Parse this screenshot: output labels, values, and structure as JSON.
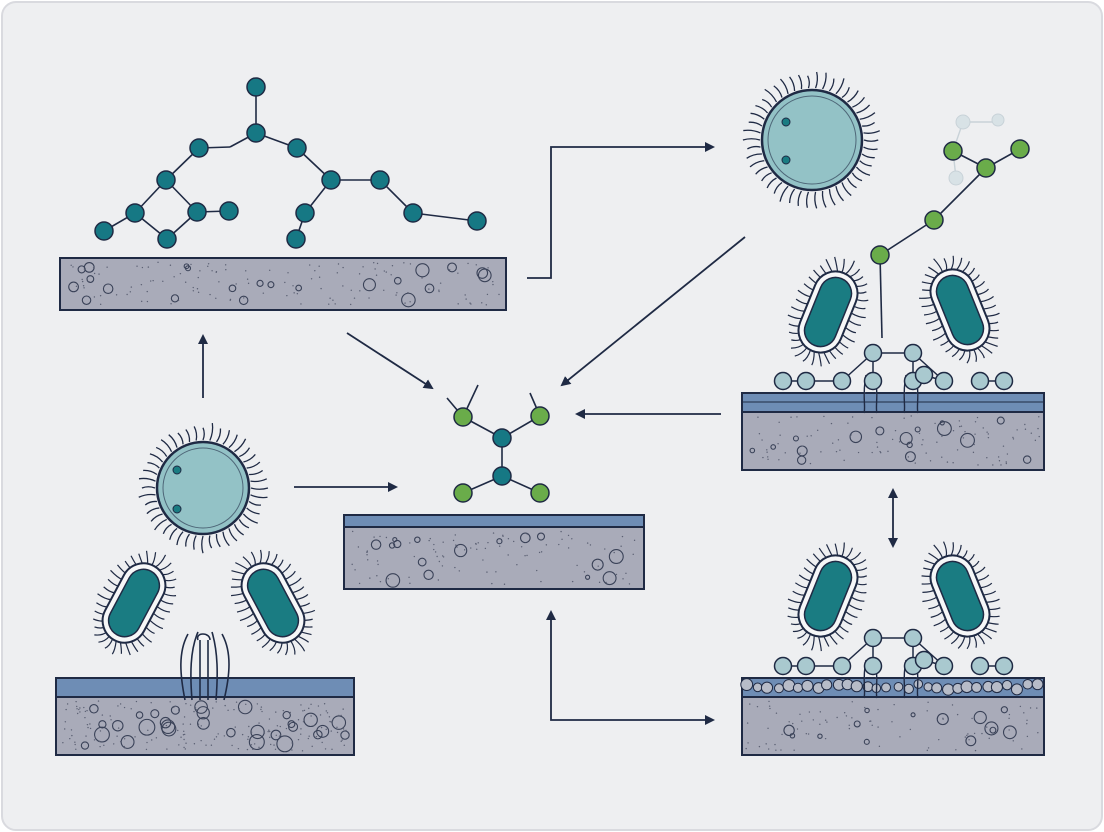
{
  "diagram": {
    "background_color": "#eeeff1",
    "border_color": "#d9dadf",
    "line_color": "#1f2a44",
    "substrate_fill": "#a9abb9",
    "coating_fill": "#6e8db5",
    "molecule_teal": "#167884",
    "molecule_green": "#6aac4a",
    "molecule_pale": "#a9c9cf",
    "cell_fill": "#93c2c6",
    "bacteria_fill": "#1a7c82",
    "panels": [
      {
        "id": "polymer-network-on-substrate"
      },
      {
        "id": "cell-and-bacteria-on-coated-substrate"
      },
      {
        "id": "central-molecule-on-coated-substrate"
      },
      {
        "id": "cell-with-green-chain"
      },
      {
        "id": "bacteria-on-modified-coating-top"
      },
      {
        "id": "bacteria-on-modified-coating-bottom"
      }
    ],
    "arrows": [
      {
        "from": "polymer-network-on-substrate",
        "to": "cell-with-green-chain"
      },
      {
        "from": "polymer-network-on-substrate",
        "to": "central-molecule-on-coated-substrate"
      },
      {
        "from": "cell-with-green-chain",
        "to": "central-molecule-on-coated-substrate"
      },
      {
        "from": "bacteria-on-modified-coating-top",
        "to": "central-molecule-on-coated-substrate"
      },
      {
        "from": "cell-and-bacteria-on-coated-substrate",
        "to": "central-molecule-on-coated-substrate"
      },
      {
        "from": "cell-and-bacteria-on-coated-substrate",
        "to": "polymer-network-on-substrate"
      },
      {
        "from": "central-molecule-on-coated-substrate",
        "to": "bacteria-on-modified-coating-bottom"
      },
      {
        "from": "bacteria-on-modified-coating-top",
        "to": "bacteria-on-modified-coating-bottom",
        "bidirectional": true
      }
    ]
  }
}
